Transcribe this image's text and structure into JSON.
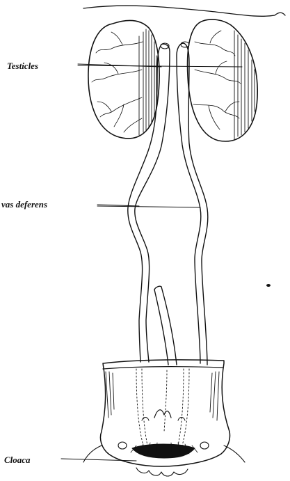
{
  "labels": {
    "testicles": "Testicles",
    "vas_deferens": "vas deferens",
    "cloaca": "Cloaca"
  },
  "colors": {
    "ink": "#111111",
    "paper": "#ffffff"
  }
}
